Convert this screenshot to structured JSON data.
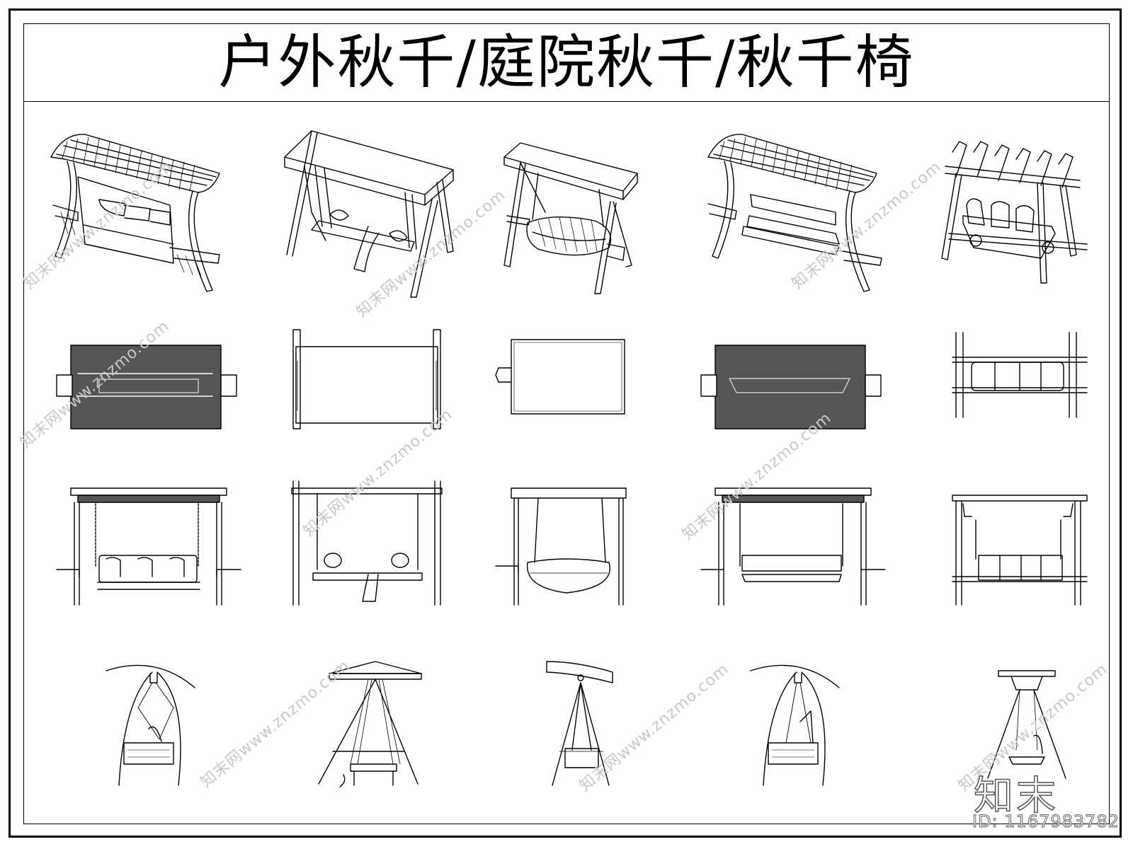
{
  "title": "户外秋千/庭院秋千/秋千椅",
  "watermark_text": "知末网www.znzmo.com",
  "brand_logo_text": "知末",
  "id_label": "ID: 1167983782",
  "grid": {
    "rows": [
      "perspective-view",
      "plan-view",
      "front-elevation",
      "side-elevation"
    ],
    "columns": [
      "arched-canopy-swing",
      "fabric-canopy-swing",
      "basket-swing",
      "arched-canopy-bench-swing",
      "pergola-swing"
    ]
  },
  "colors": {
    "line": "#000000",
    "paper": "#ffffff",
    "watermark": "#c9c9c9"
  }
}
